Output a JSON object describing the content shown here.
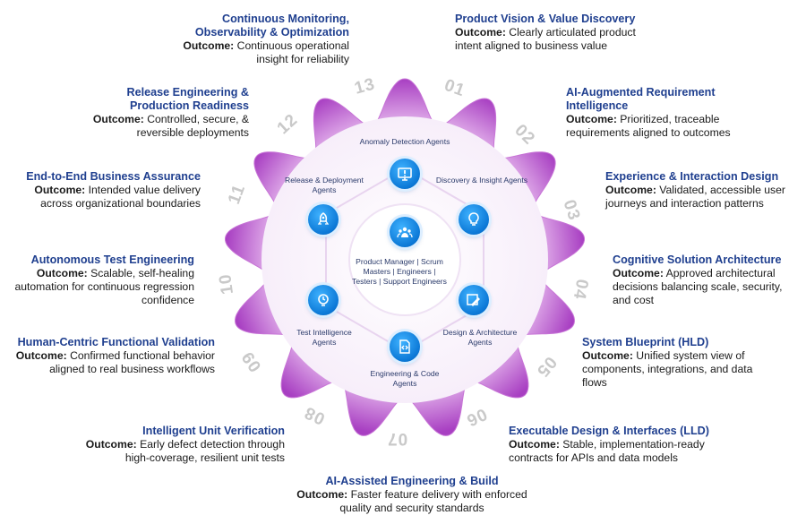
{
  "stages": [
    {
      "title": "Product Vision & Value Discovery",
      "outcome_label": "Outcome:",
      "outcome": "Clearly articulated product intent aligned to business value"
    },
    {
      "title": "AI-Augmented Requirement Intelligence",
      "outcome_label": "Outcome:",
      "outcome": "Prioritized, traceable requirements aligned to outcomes"
    },
    {
      "title": "Experience & Interaction Design",
      "outcome_label": "Outcome:",
      "outcome": "Validated, accessible user journeys and interaction patterns"
    },
    {
      "title": "Cognitive Solution Architecture",
      "outcome_label": "Outcome:",
      "outcome": "Approved architectural decisions balancing scale, security, and cost"
    },
    {
      "title": "System Blueprint (HLD)",
      "outcome_label": "Outcome:",
      "outcome": "Unified system view of components, integrations, and data flows"
    },
    {
      "title": "Executable Design & Interfaces (LLD)",
      "outcome_label": "Outcome:",
      "outcome": "Stable, implementation-ready contracts for APIs and data models"
    },
    {
      "title": "AI-Assisted Engineering & Build",
      "outcome_label": "Outcome:",
      "outcome": "Faster feature delivery with enforced quality and security standards"
    },
    {
      "title": "Intelligent Unit Verification",
      "outcome_label": "Outcome:",
      "outcome": "Early defect detection through high-coverage, resilient unit tests"
    },
    {
      "title": "Human-Centric Functional Validation",
      "outcome_label": "Outcome:",
      "outcome": "Confirmed functional behavior aligned to real business workflows"
    },
    {
      "title": "Autonomous Test Engineering",
      "outcome_label": "Outcome:",
      "outcome": "Scalable, self-healing automation for continuous regression confidence"
    },
    {
      "title": "End-to-End Business Assurance",
      "outcome_label": "Outcome:",
      "outcome": "Intended value delivery across organizational boundaries"
    },
    {
      "title": "Release Engineering & Production Readiness",
      "outcome_label": "Outcome:",
      "outcome": "Controlled, secure, & reversible deployments"
    },
    {
      "title": "Continuous Monitoring, Observability & Optimization",
      "outcome_label": "Outcome:",
      "outcome": "Continuous operational insight for reliability"
    }
  ],
  "numbers": [
    "01",
    "02",
    "03",
    "04",
    "05",
    "06",
    "07",
    "08",
    "09",
    "10",
    "11",
    "12",
    "13"
  ],
  "agents": [
    {
      "label": "Anomaly Detection Agents",
      "icon": "monitor-alert-icon"
    },
    {
      "label": "Discovery & Insight Agents",
      "icon": "lightbulb-icon"
    },
    {
      "label": "Design & Architecture Agents",
      "icon": "design-tools-icon"
    },
    {
      "label": "Engineering & Code Agents",
      "icon": "code-file-icon"
    },
    {
      "label": "Test Intelligence Agents",
      "icon": "test-bulb-icon"
    },
    {
      "label": "Release & Deployment Agents",
      "icon": "rocket-icon"
    }
  ],
  "core": {
    "text": "Product Manager | Scrum Masters | Engineers | Testers | Support Engineers",
    "icon": "team-icon"
  },
  "colors": {
    "title_blue": "#1f3f8f",
    "ring_purple": "#b04fc8",
    "ring_light": "#e7c1ef",
    "agent_blue": "#0b78d6"
  }
}
